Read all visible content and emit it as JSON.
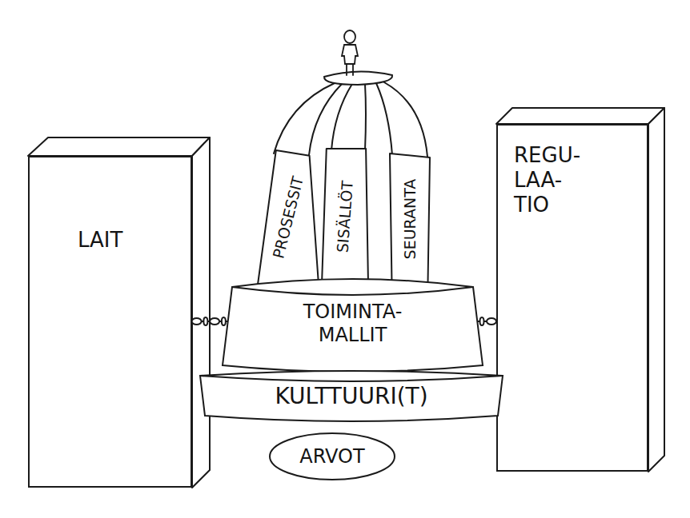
{
  "diagram": {
    "nodes": [
      {
        "text": [
          "LAIT"
        ]
      },
      {
        "text": [
          "REGU- LAA- TIO"
        ]
      },
      {
        "text": [
          "PROSESSIT"
        ]
      },
      {
        "text": [
          "SISÄLLÖT"
        ]
      },
      {
        "text": [
          "SEURANTA"
        ]
      },
      {
        "text": [
          "TOIMINTA- MALLIT"
        ]
      },
      {
        "text": [
          "KULTTUURI(T)"
        ]
      },
      {
        "text": [
          "ARVOT"
        ]
      }
    ],
    "edges": [
      {
        "from": 0,
        "to": 5,
        "arrow": "none"
      },
      {
        "from": 1,
        "to": 5,
        "arrow": "none"
      }
    ]
  }
}
